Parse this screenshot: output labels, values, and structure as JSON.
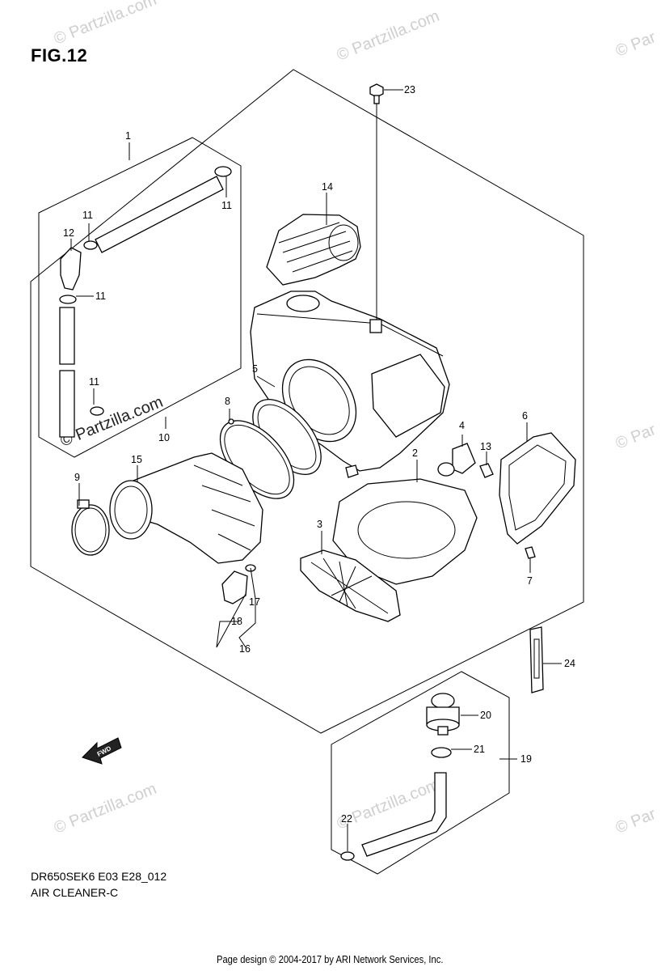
{
  "figure": {
    "title": "FIG.12"
  },
  "caption": {
    "model_code": "DR650SEK6 E03 E28_012",
    "section_name": "AIR CLEANER-C"
  },
  "footer": {
    "text": "Page design © 2004-2017 by ARI Network Services, Inc."
  },
  "watermark": {
    "text": "© Partzilla.com",
    "short_text": "© Partzilla",
    "edge_text": "© Par"
  },
  "fwd_arrow": {
    "label": "FWD"
  },
  "callouts": {
    "c1": "1",
    "c2": "2",
    "c3": "3",
    "c4": "4",
    "c5": "5",
    "c6": "6",
    "c7": "7",
    "c8": "8",
    "c9": "9",
    "c10": "10",
    "c11a": "11",
    "c11b": "11",
    "c11c": "11",
    "c11d": "11",
    "c12": "12",
    "c13": "13",
    "c14": "14",
    "c15": "15",
    "c16": "16",
    "c17": "17",
    "c18": "18",
    "c19": "19",
    "c20": "20",
    "c21": "21",
    "c22": "22",
    "c23": "23",
    "c24": "24"
  }
}
